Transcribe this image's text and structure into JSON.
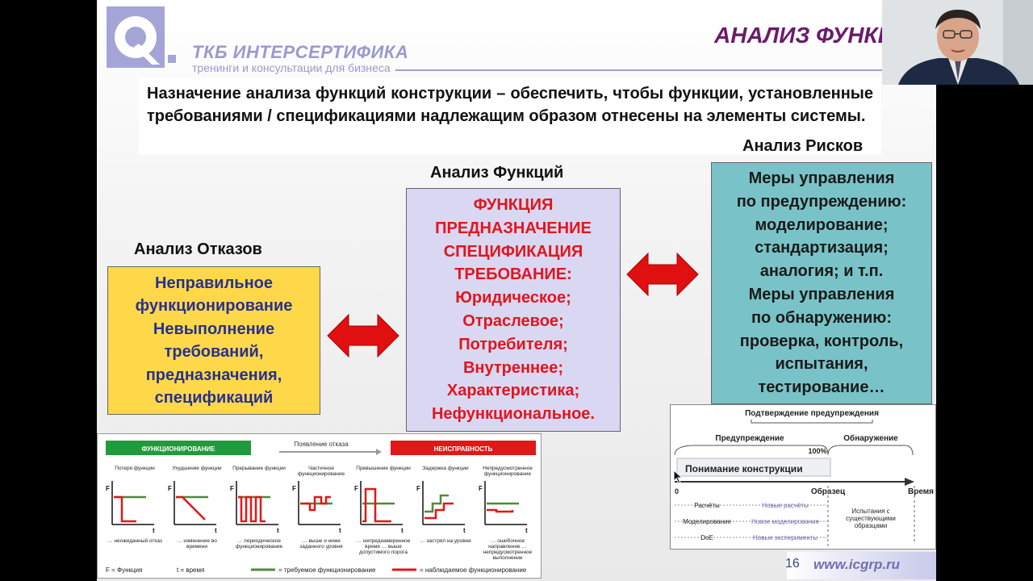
{
  "header": {
    "company_name": "ТКБ ИНТЕРСЕРТИФИКА",
    "company_tagline": "тренинги и консультации для бизнеса",
    "slide_title": "АНАЛИЗ ФУНКЦ"
  },
  "purpose_text": "Назначение анализа функций конструкции – обеспечить, чтобы функции, установленные требованиями / спецификациями надлежащим образом отнесены на элементы системы.",
  "labels": {
    "risks": "Анализ Рисков",
    "functions": "Анализ Функций",
    "failures": "Анализ Отказов"
  },
  "failure_box": [
    "Неправильное",
    "функционирование",
    "Невыполнение",
    "требований,",
    "предназначения,",
    "спецификаций"
  ],
  "function_box": [
    "ФУНКЦИЯ",
    "ПРЕДНАЗНАЧЕНИЕ",
    "СПЕЦИФИКАЦИЯ",
    "ТРЕБОВАНИЕ:",
    "Юридическое;",
    "Отраслевое;",
    "Потребителя;",
    "Внутреннее;",
    "Характеристика;",
    "Нефункциональное."
  ],
  "risk_box": [
    "Меры управления",
    "по предупреждению:",
    "моделирование;",
    "стандартизация;",
    "аналогия; и т.п.",
    "Меры управления",
    "по обнаружению:",
    "проверка, контроль,",
    "испытания,",
    "тестирование…"
  ],
  "failure_modes": {
    "state_ok": "ФУНКЦИОНИРОВАНИЕ",
    "state_fail": "НЕИСПРАВНОСТЬ",
    "transition": "Появление отказа",
    "modes": [
      {
        "title": "Потеря функции",
        "caption": "… неожиданный отказ"
      },
      {
        "title": "Ухудшение функции",
        "caption": "… изменение во времени"
      },
      {
        "title": "Прерывание функции",
        "caption": "… периодическое функционирование"
      },
      {
        "title": "Частичное функционирование",
        "caption": "… выше и ниже заданного уровня"
      },
      {
        "title": "Превышение функции",
        "caption": "… непреднамеренное время … выше допустимого порога"
      },
      {
        "title": "Задержка функции",
        "caption": "… застрял на уровне"
      },
      {
        "title": "Непредусмотренное функционирование",
        "caption": "… ошибочное направление … непредусмотренное выполнение"
      }
    ],
    "axis_f": "F",
    "axis_t": "t",
    "legend_f": "F = Функция",
    "legend_t": "t = время",
    "legend_required": "= требуемое функционирование",
    "legend_observed": "= наблюдаемое функционирование",
    "color_required": "#4e8a3a",
    "color_observed": "#e01818"
  },
  "timeline": {
    "confirmation": "Подтверждение предупреждения",
    "prevention": "Предупреждение",
    "detection": "Обнаружение",
    "percent": "100%",
    "understanding": "Понимание конструкции",
    "zero": "0",
    "sample": "Образец",
    "time": "Время",
    "rows": [
      {
        "left": "Расчёты",
        "right": "Новые расчёты"
      },
      {
        "left": "Моделирование",
        "right": "Новое моделирование"
      },
      {
        "left": "DoE",
        "right": "Новые эксперименты"
      }
    ],
    "tests": "Испытания с существующими образцами"
  },
  "footer": {
    "page_number": "16",
    "url": "www.icgrp.ru"
  },
  "colors": {
    "title": "#6a1c6a",
    "failure_bg": "#ffd84a",
    "failure_text": "#28318f",
    "function_bg": "#d9d7f2",
    "function_text": "#e0161d",
    "risk_bg": "#79c3c8",
    "arrow": "#e01010"
  }
}
